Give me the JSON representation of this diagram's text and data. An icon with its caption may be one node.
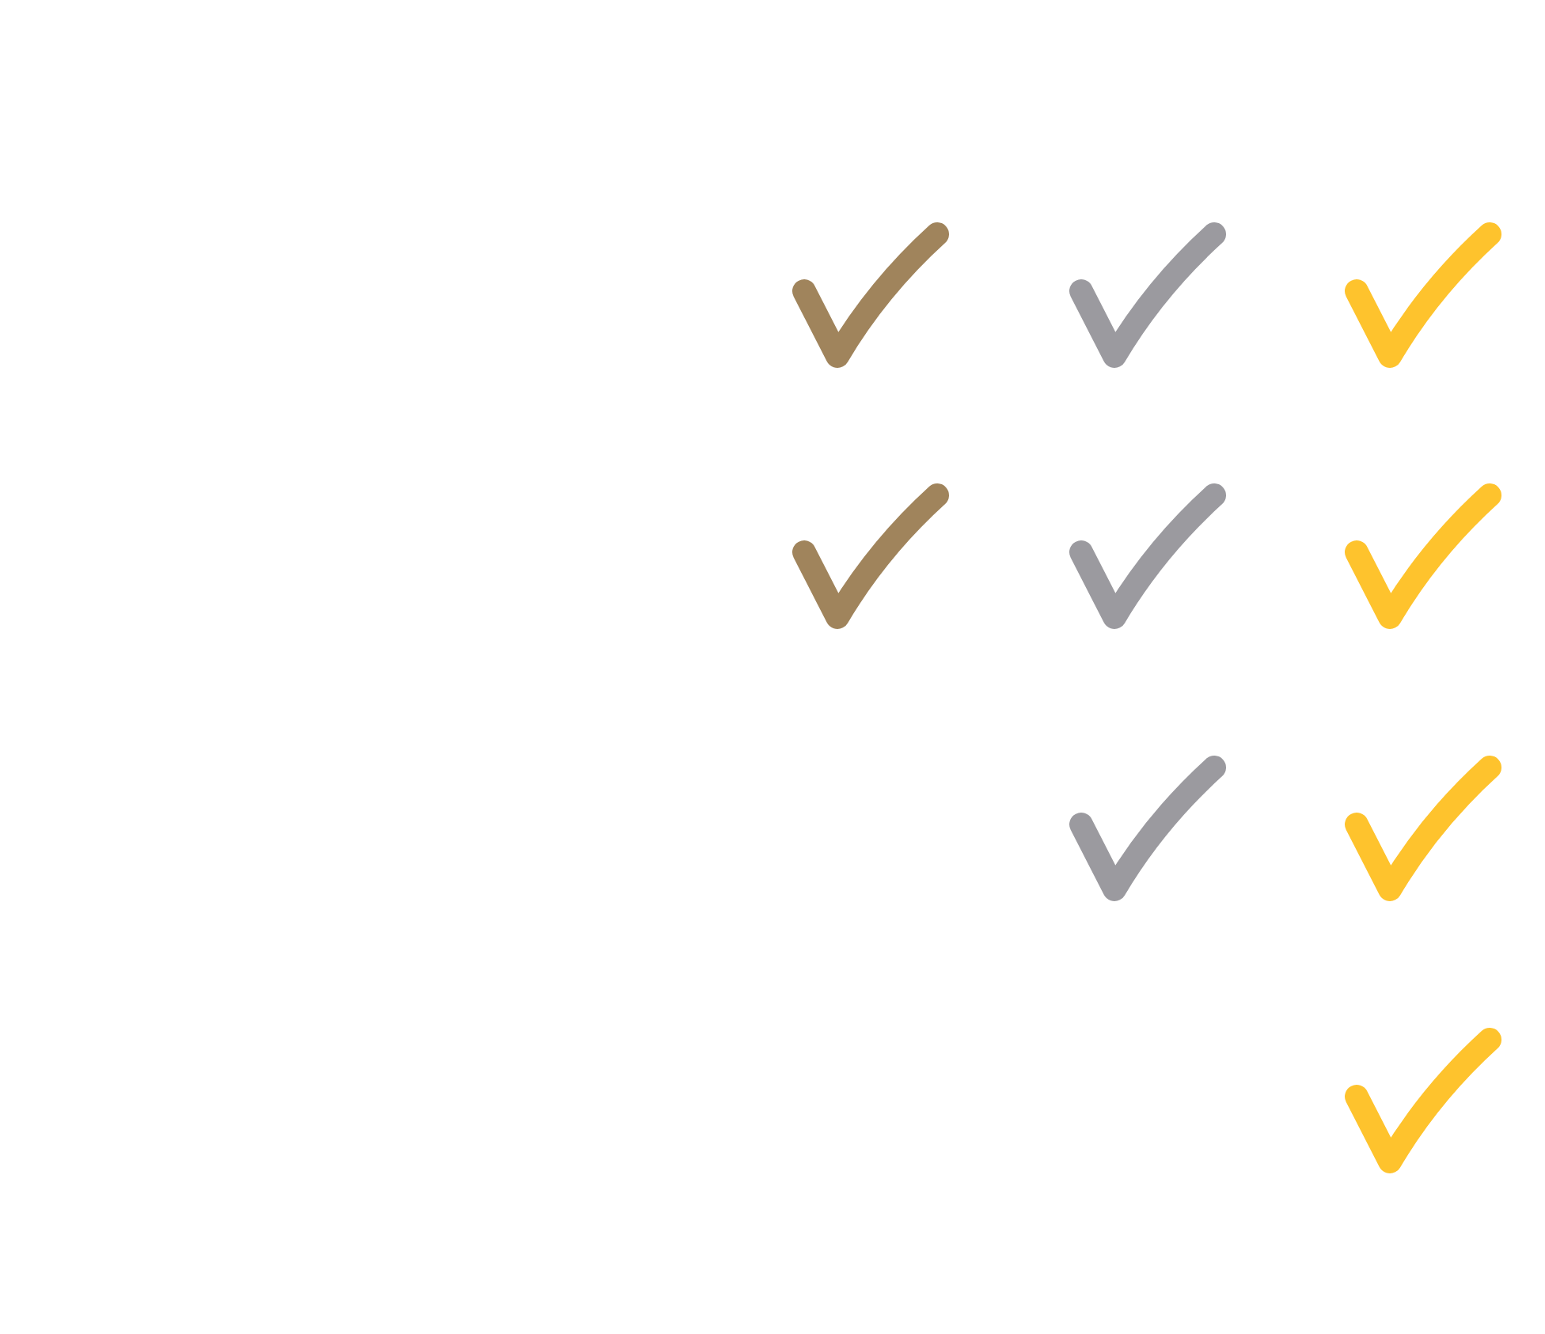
{
  "diagram": {
    "nodes": [
      {
        "text": [],
        "shape": "checkmark"
      },
      {
        "text": [],
        "shape": "checkmark"
      },
      {
        "text": [],
        "shape": "checkmark"
      },
      {
        "text": [],
        "shape": "checkmark"
      },
      {
        "text": [],
        "shape": "checkmark"
      },
      {
        "text": [],
        "shape": "checkmark"
      },
      {
        "text": [],
        "shape": "checkmark"
      },
      {
        "text": [],
        "shape": "checkmark"
      },
      {
        "text": [],
        "shape": "checkmark"
      }
    ]
  }
}
